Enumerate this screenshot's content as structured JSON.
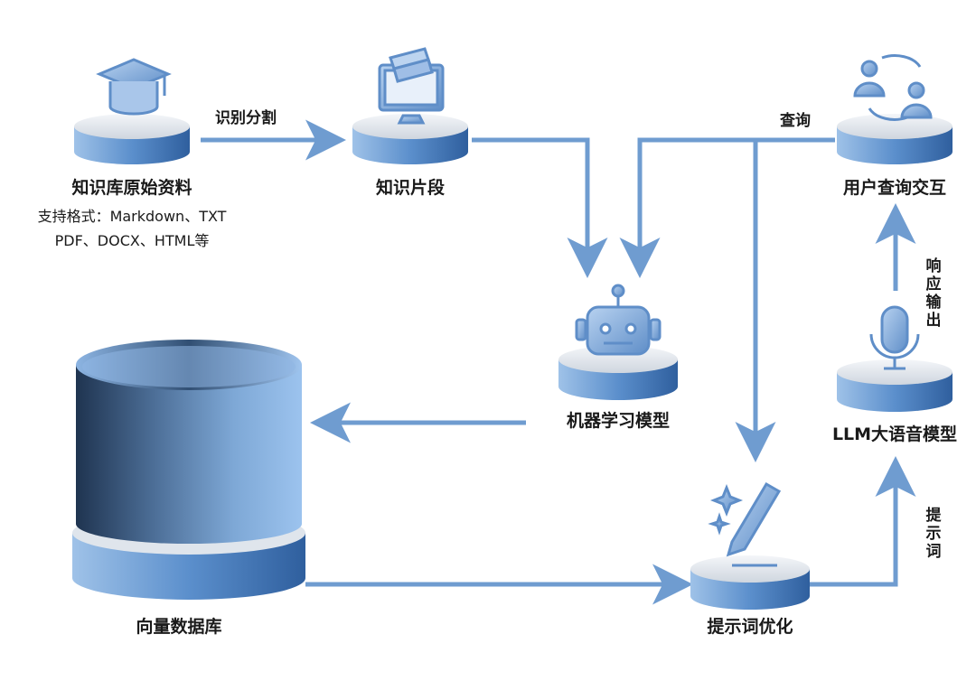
{
  "nodes": {
    "kb_raw": {
      "label": "知识库原始资料",
      "sub1": "支持格式：Markdown、TXT",
      "sub2": "PDF、DOCX、HTML等",
      "icon": "graduation-cap-icon"
    },
    "kb_chunks": {
      "label": "知识片段",
      "icon": "monitor-books-icon"
    },
    "user_query": {
      "label": "用户查询交互",
      "icon": "users-exchange-icon"
    },
    "ml_model": {
      "label": "机器学习模型",
      "icon": "robot-icon"
    },
    "llm": {
      "label": "LLM大语音模型",
      "icon": "microphone-icon"
    },
    "vector_db": {
      "label": "向量数据库",
      "icon": "database-cylinder"
    },
    "prompt_opt": {
      "label": "提示词优化",
      "icon": "sparkle-pen-icon"
    }
  },
  "edges": {
    "split": "识别分割",
    "query": "查询",
    "response": "响应输出",
    "prompt": "提示词"
  },
  "colors": {
    "arrow": "#6f9cd0",
    "platform_top": "#e7eaee",
    "platform_side": "#4f86c6",
    "icon": "#7fa8d8"
  }
}
